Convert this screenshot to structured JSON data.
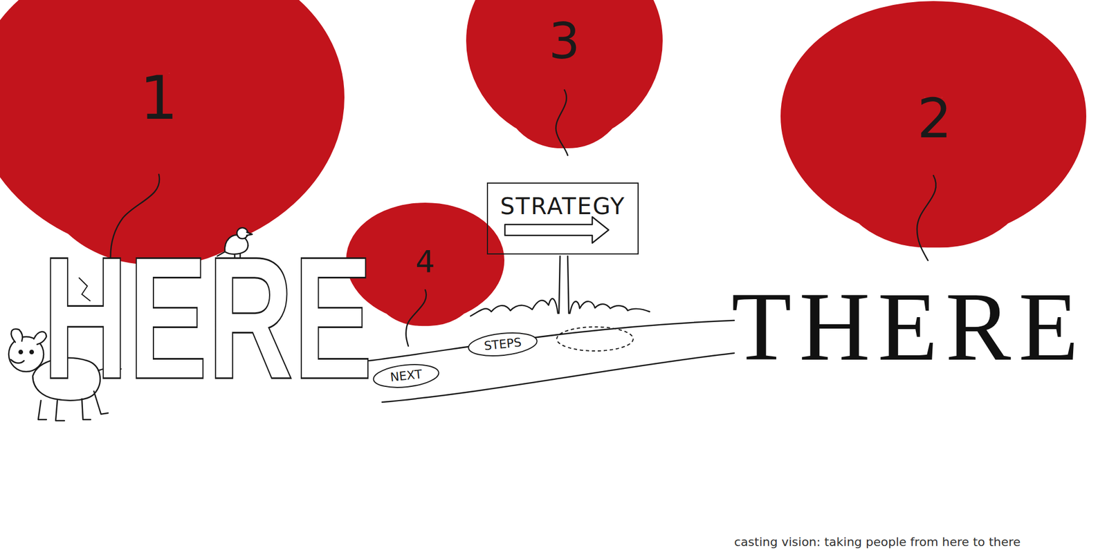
{
  "diagram": {
    "caption": "casting vision: taking people from here to there",
    "nodes": [
      {
        "text": [
          "STRATEGY"
        ]
      },
      {
        "text": [
          "NEXT"
        ]
      },
      {
        "text": [
          "STEPS"
        ]
      }
    ],
    "edges": [],
    "labels": [
      "1",
      "3",
      "2",
      "4",
      "HERE",
      "THERE"
    ]
  }
}
